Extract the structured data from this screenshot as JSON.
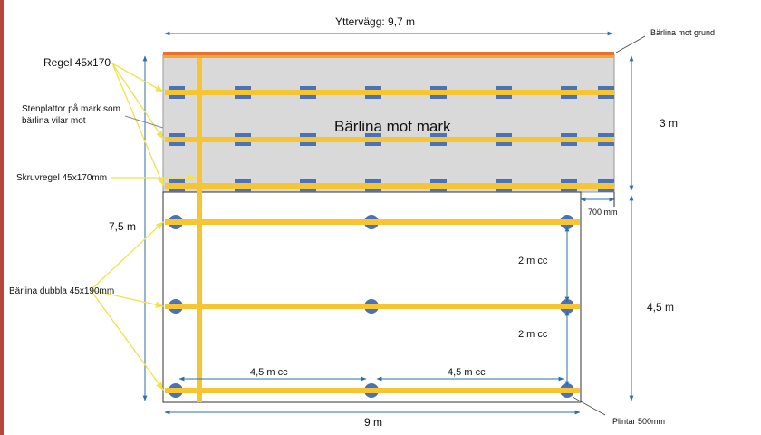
{
  "labels": {
    "outer_wall": "Yttervägg: 9,7 m",
    "barlina_mot_grund": "Bärlina mot grund",
    "regel": "Regel 45x170",
    "stenplattor_line1": "Stenplattor på mark som",
    "stenplattor_line2": "bärlina vilar mot",
    "barlina_mot_mark": "Bärlina mot mark",
    "skruvregel": "Skruvregel 45x170mm",
    "total_height": "7,5 m",
    "barlina_dubbla": "Bärlina dubbla 45x190mm",
    "top_height": "3 m",
    "offset_700": "700 mm",
    "bottom_height": "4,5 m",
    "spacing_upper": "2 m cc",
    "spacing_lower": "2 m cc",
    "cc_left": "4,5 m cc",
    "cc_right": "4,5 m cc",
    "width_9m": "9 m",
    "plintar": "Plintar 500mm"
  },
  "colors": {
    "beam": "#f7c531",
    "block": "#4a72b8",
    "ground_slab": "#d9d9d9",
    "foundation_top": "#e8722b",
    "arrow_yellow": "#f2e24c",
    "dim_line": "#2e6fa7",
    "accent_bar": "#b5483c"
  }
}
